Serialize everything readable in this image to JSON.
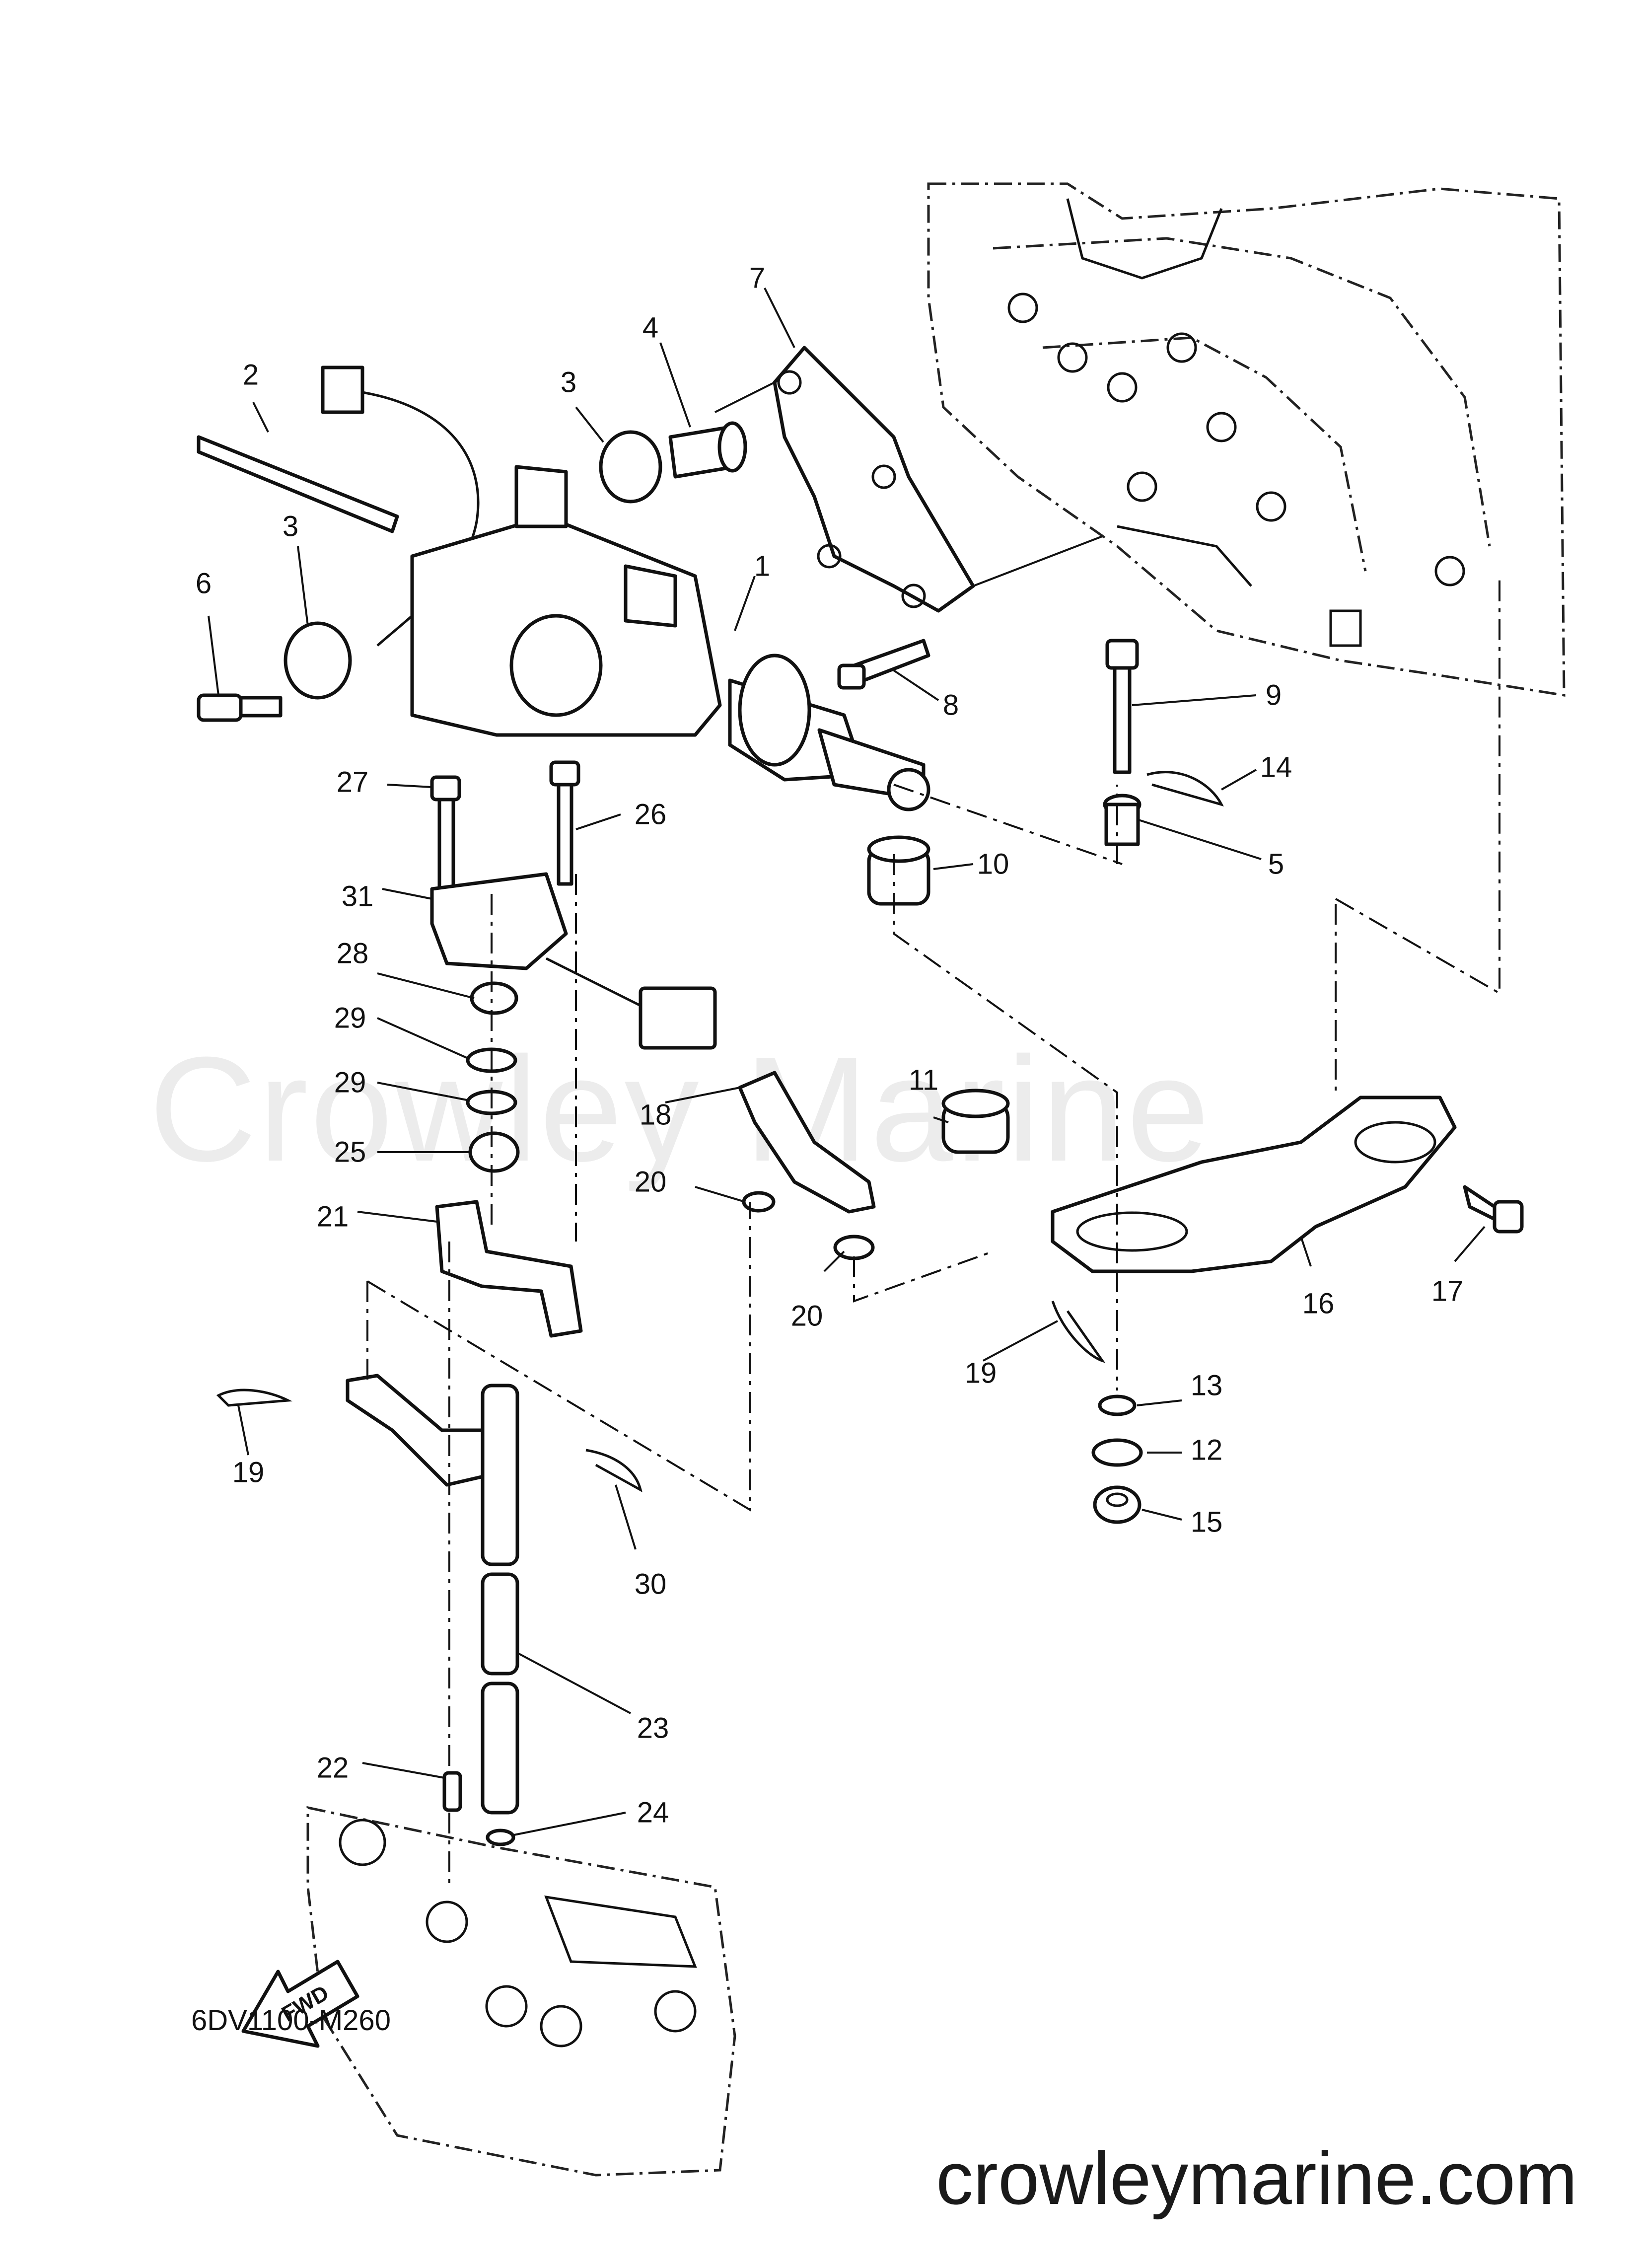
{
  "watermark": "Crowley Marine",
  "website": "crowleymarine.com",
  "diagram_code": "6DV1100-M260",
  "fwd_label": "FWD",
  "icons": [
    "fwd-arrow-icon"
  ],
  "callouts": [
    {
      "id": "1",
      "label": "1"
    },
    {
      "id": "2",
      "label": "2"
    },
    {
      "id": "3a",
      "label": "3"
    },
    {
      "id": "3b",
      "label": "3"
    },
    {
      "id": "4",
      "label": "4"
    },
    {
      "id": "5",
      "label": "5"
    },
    {
      "id": "6",
      "label": "6"
    },
    {
      "id": "7",
      "label": "7"
    },
    {
      "id": "8",
      "label": "8"
    },
    {
      "id": "9",
      "label": "9"
    },
    {
      "id": "10",
      "label": "10"
    },
    {
      "id": "11",
      "label": "11"
    },
    {
      "id": "12",
      "label": "12"
    },
    {
      "id": "13",
      "label": "13"
    },
    {
      "id": "14",
      "label": "14"
    },
    {
      "id": "15",
      "label": "15"
    },
    {
      "id": "16",
      "label": "16"
    },
    {
      "id": "17",
      "label": "17"
    },
    {
      "id": "18",
      "label": "18"
    },
    {
      "id": "19a",
      "label": "19"
    },
    {
      "id": "19b",
      "label": "19"
    },
    {
      "id": "20a",
      "label": "20"
    },
    {
      "id": "20b",
      "label": "20"
    },
    {
      "id": "21",
      "label": "21"
    },
    {
      "id": "22",
      "label": "22"
    },
    {
      "id": "23",
      "label": "23"
    },
    {
      "id": "24",
      "label": "24"
    },
    {
      "id": "25",
      "label": "25"
    },
    {
      "id": "26",
      "label": "26"
    },
    {
      "id": "27",
      "label": "27"
    },
    {
      "id": "28",
      "label": "28"
    },
    {
      "id": "29a",
      "label": "29"
    },
    {
      "id": "29b",
      "label": "29"
    },
    {
      "id": "30",
      "label": "30"
    },
    {
      "id": "31",
      "label": "31"
    }
  ]
}
